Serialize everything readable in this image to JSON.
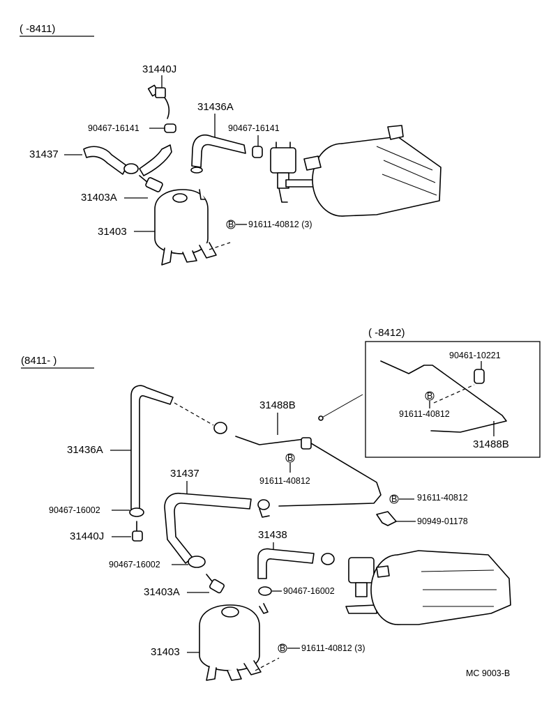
{
  "top_section": {
    "range_label": "(     -8411)",
    "labels": {
      "p31440J": "31440J",
      "p31436A": "31436A",
      "clamp_left": "90467-16141",
      "clamp_right": "90467-16141",
      "p31437": "31437",
      "p31403A": "31403A",
      "p31403": "31403",
      "bolt": "91611-40812 (3)",
      "bolt_badge": "B"
    }
  },
  "bottom_section": {
    "range_label": "(8411-      )",
    "inset": {
      "range_label": "(     -8412)",
      "clip": "90461-10221",
      "bolt": "91611-40812",
      "bolt_badge": "B",
      "pipe": "31488B"
    },
    "labels": {
      "p31488B": "31488B",
      "p31436A": "31436A",
      "p31437": "31437",
      "bolt_mid": "91611-40812",
      "bolt_mid_badge": "B",
      "bolt_right": "91611-40812",
      "bolt_right_badge": "B",
      "clamp_bracket": "90949-01178",
      "clamp_a": "90467-16002",
      "p31440J": "31440J",
      "p31438": "31438",
      "clamp_b": "90467-16002",
      "p31403A": "31403A",
      "clamp_c": "90467-16002",
      "p31403": "31403",
      "bolt_bottom": "91611-40812 (3)",
      "bolt_bottom_badge": "B"
    }
  },
  "footer": {
    "code": "MC  9003-B"
  }
}
